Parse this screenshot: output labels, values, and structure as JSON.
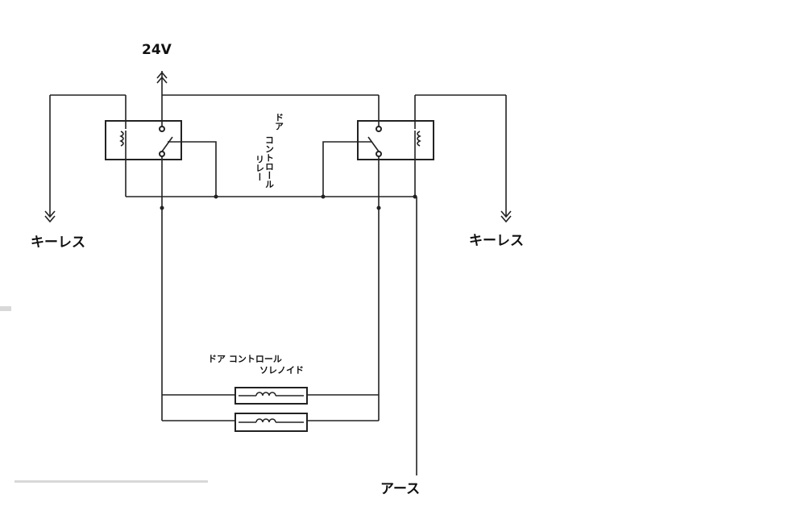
{
  "labels": {
    "supply": "24V",
    "keyless_left": "キーレス",
    "keyless_right": "キーレス",
    "ground": "アース",
    "relay_line1": "ドア",
    "relay_line2": "コントロール",
    "relay_line3": "リレー",
    "solenoid_line1": "ドア コントロール",
    "solenoid_line2": "ソレノイド"
  },
  "colors": {
    "line": "#222222",
    "text": "#111111",
    "background": "#ffffff"
  },
  "icons": {
    "relay_coil": "coil-icon",
    "relay_switch": "switch-contact-icon",
    "solenoid_coil": "solenoid-coil-icon",
    "arrow": "arrow-icon"
  }
}
